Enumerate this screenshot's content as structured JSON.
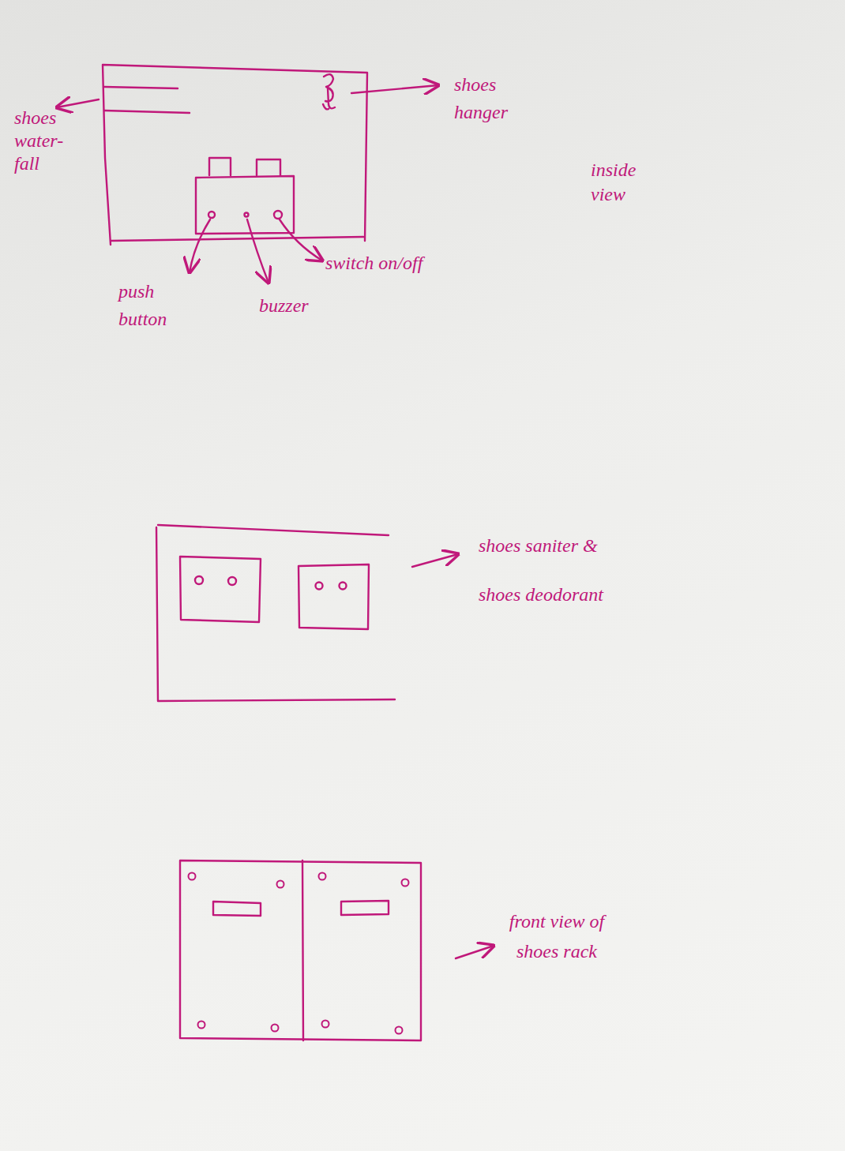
{
  "diagram": {
    "labels": [
      "shoes water-fall",
      "shoes hanger",
      "inside view",
      "push button",
      "buzzer",
      "switch on/off",
      "shoes saniter & shoes deodorant",
      "front view of shoes rack"
    ]
  }
}
